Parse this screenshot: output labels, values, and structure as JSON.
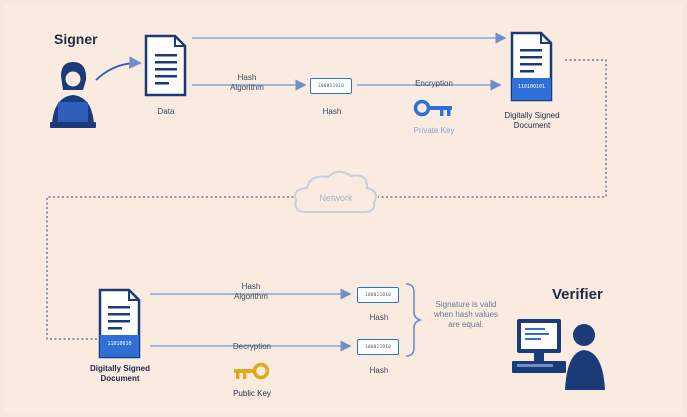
{
  "signer": {
    "title": "Signer"
  },
  "verifier": {
    "title": "Verifier"
  },
  "top": {
    "data_label": "Data",
    "hash_algorithm_label": "Hash\nAlgorithm",
    "hash_value": "100011010",
    "hash_label": "Hash",
    "encryption_label": "Encryption",
    "private_key_label": "Private Key",
    "signed_doc_value": "110100101",
    "signed_doc_label": "Digitally Signed\nDocument"
  },
  "network": {
    "label": "Network"
  },
  "bottom": {
    "signed_doc_value": "11010010",
    "signed_doc_label": "Digitally Signed\nDocument",
    "hash_algorithm_label": "Hash\nAlgorithm",
    "hash1_value": "100011010",
    "hash1_label": "Hash",
    "decryption_label": "Decryption",
    "public_key_label": "Public Key",
    "hash2_value": "100011010",
    "hash2_label": "Hash",
    "valid_note": "Signature is valid\nwhen hash values\nare equal."
  },
  "colors": {
    "navy": "#1b3a78",
    "blue": "#2e6fd8",
    "gold": "#e0a81f",
    "line": "#8aa5d6",
    "dotted": "#6a7a9c"
  }
}
